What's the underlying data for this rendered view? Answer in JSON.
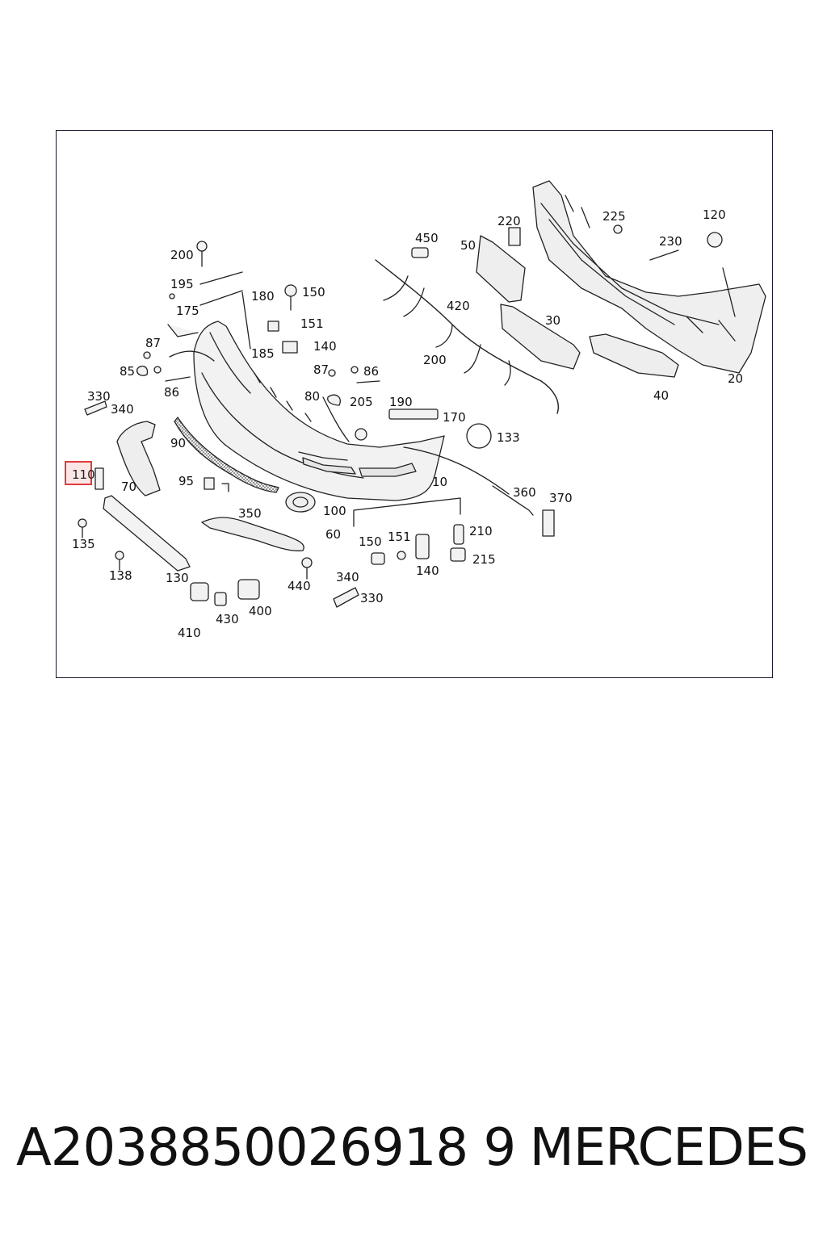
{
  "diagram": {
    "callouts": [
      "200",
      "195",
      "175",
      "180",
      "150",
      "151",
      "185",
      "140",
      "87",
      "85",
      "86",
      "330",
      "340",
      "110",
      "90",
      "70",
      "95",
      "350",
      "60",
      "135",
      "138",
      "130",
      "410",
      "430",
      "400",
      "440",
      "450",
      "420",
      "200",
      "205",
      "190",
      "170",
      "133",
      "87",
      "86",
      "80",
      "10",
      "100",
      "150",
      "151",
      "140",
      "210",
      "215",
      "340",
      "330",
      "360",
      "370",
      "220",
      "50",
      "30",
      "225",
      "230",
      "120",
      "40",
      "20"
    ],
    "highlighted_callout": "110"
  },
  "footer": {
    "part_number": "A2038850026918 9",
    "brand": "MERCEDES"
  }
}
